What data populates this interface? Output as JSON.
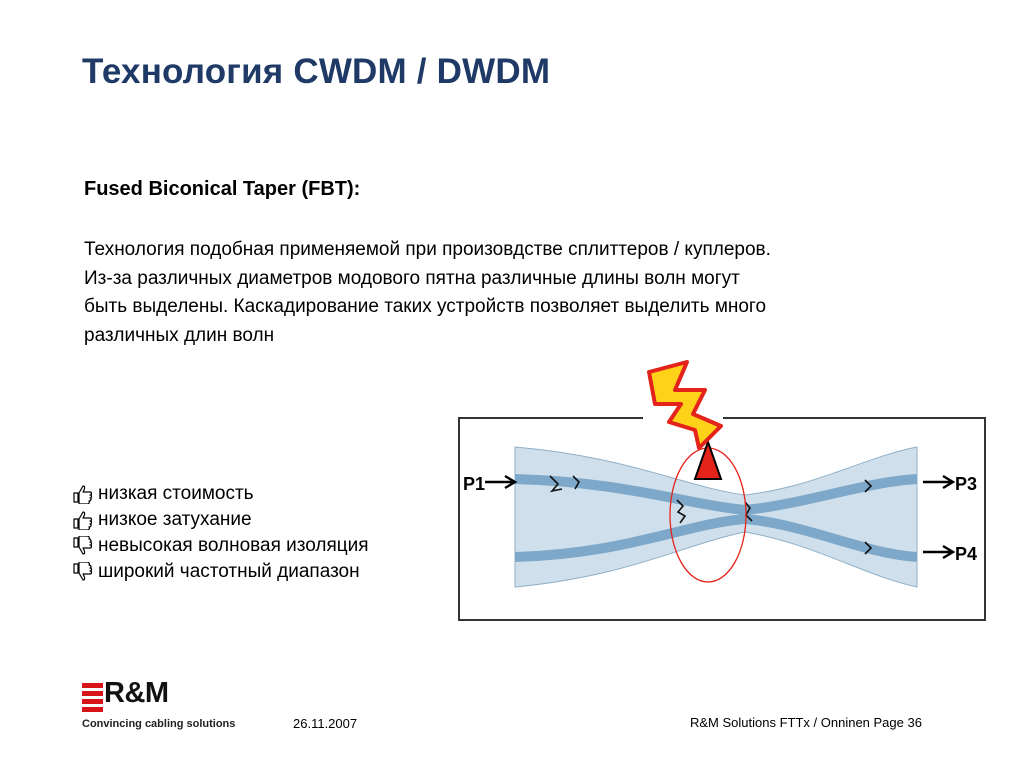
{
  "slide": {
    "title": "Технология CWDM / DWDM",
    "subtitle": "Fused Biconical Taper (FBT):",
    "lines": [
      "Технология подобная применяемой при произовдстве сплиттеров / куплеров.",
      "Из-за различных диаметров модового пятна различные длины волн могут",
      "быть выделены. Каскадирование таких устройств позволяет выделить много",
      "различных длин волн"
    ],
    "points": [
      {
        "text": "низкая стоимость",
        "icon": "thumbs-up-icon"
      },
      {
        "text": "низкое затухание",
        "icon": "thumbs-up-icon"
      },
      {
        "text": "невысокая волновая изоляция",
        "icon": "thumbs-down-icon"
      },
      {
        "text": "широкий частотный диапазон",
        "icon": "thumbs-down-icon"
      }
    ]
  },
  "diagram": {
    "port_labels": [
      "P1",
      "P3",
      "P4"
    ],
    "colors": {
      "fiber_fill": "#cfe0ec",
      "core": "#7ea8c9",
      "bolt": "#ffd21a",
      "bolt_outline": "#e4231a",
      "circle": "#e4231a"
    }
  },
  "footer": {
    "brand": "R&M",
    "tagline": "Convincing cabling solutions",
    "date": "26.11.2007",
    "page_info": "R&M Solutions FTTx / Onninen  Page 36"
  },
  "colors": {
    "title": "#1f3a66",
    "brand_red": "#d8141a"
  }
}
